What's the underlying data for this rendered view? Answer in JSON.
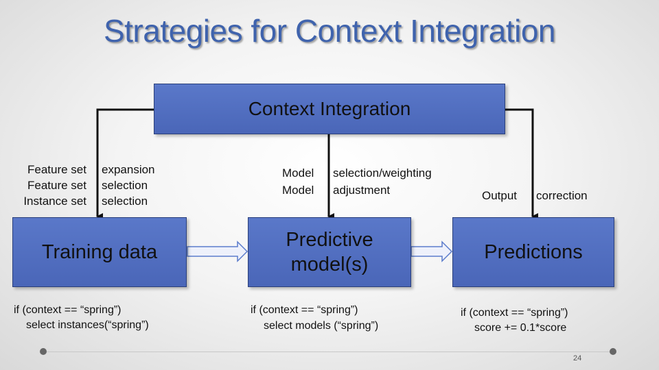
{
  "slide": {
    "title": "Strategies for Context Integration",
    "page_number": "24"
  },
  "context_box": {
    "label": "Context Integration"
  },
  "stage_boxes": {
    "training": "Training data",
    "model_line1": "Predictive",
    "model_line2": "model(s)",
    "predictions": "Predictions"
  },
  "left_labels": {
    "col1": [
      "Feature set",
      "Feature set",
      "Instance set"
    ],
    "col2": [
      "expansion",
      "selection",
      "selection"
    ]
  },
  "mid_labels": {
    "col1": [
      "Model",
      "Model"
    ],
    "col2": [
      "selection/weighting",
      "adjustment"
    ]
  },
  "right_labels": {
    "col1": "Output",
    "col2": "correction"
  },
  "code_snippets": {
    "training": [
      "if (context == “spring”)",
      "select instances(“spring”)"
    ],
    "model": [
      "if (context == “spring”)",
      "select models (“spring”)"
    ],
    "predictions": [
      "if (context == “spring”)",
      "score += 0.1*score"
    ]
  },
  "colors": {
    "title": "#3f63ad",
    "box_fill": "#4a66b8",
    "box_border": "#2a3f7a",
    "arrow": "#111111",
    "flow_arrow": "#5b7ccc"
  },
  "icons": {
    "context_arrows": "down-arrow",
    "flow_arrows": "block-right-arrow"
  }
}
